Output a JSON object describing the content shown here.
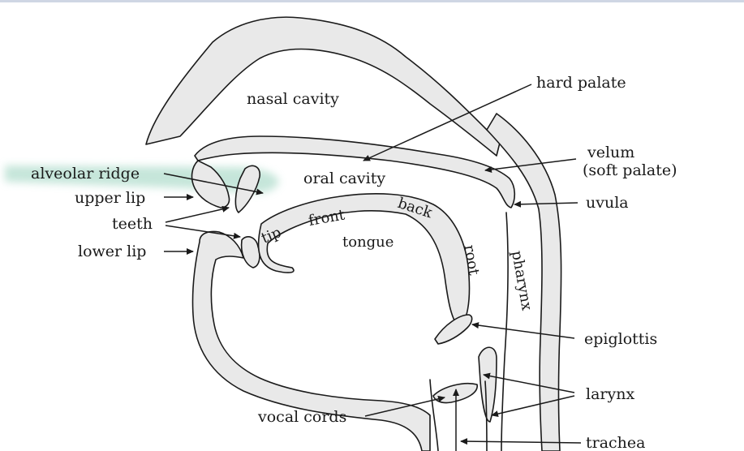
{
  "diagram": {
    "labels": {
      "nasal_cavity": "nasal cavity",
      "hard_palate": "hard palate",
      "velum": "velum",
      "soft_palate": "(soft palate)",
      "alveolar_ridge": "alveolar ridge",
      "oral_cavity": "oral cavity",
      "upper_lip": "upper lip",
      "uvula": "uvula",
      "teeth": "teeth",
      "tip": "tip",
      "front": "front",
      "back": "back",
      "tongue": "tongue",
      "root": "root",
      "pharynx": "pharynx",
      "lower_lip": "lower lip",
      "epiglottis": "epiglottis",
      "larynx": "larynx",
      "vocal_cords": "vocal cords",
      "trachea": "trachea"
    },
    "colors": {
      "highlight": "#bfe3d6",
      "tissue": "#e9e9e9",
      "ink": "#1a1a1a"
    }
  }
}
